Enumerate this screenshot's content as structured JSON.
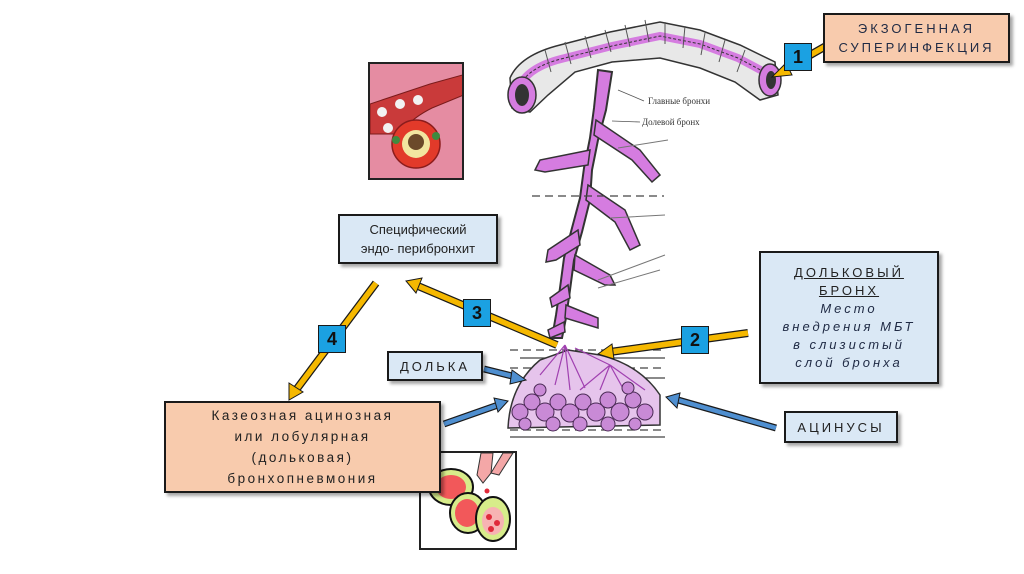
{
  "boxes": {
    "exogenous": {
      "line1": "ЭКЗОГЕННАЯ",
      "line2": "СУПЕРИНФЕКЦИЯ"
    },
    "lobular_bronchus": {
      "title1": "ДОЛЬКОВЫЙ",
      "title2": "БРОНХ",
      "desc1": "Место",
      "desc2": "внедрения МБТ",
      "desc3": "в слизистый",
      "desc4": "слой бронха"
    },
    "endo_peribronchitis": {
      "line1": "Специфический",
      "line2": "эндо- перибронхит"
    },
    "lobule": {
      "label": "ДОЛЬКА"
    },
    "acini": {
      "label": "АЦИНУСЫ"
    },
    "bronchopneumonia": {
      "line1": "Казеозная ацинозная",
      "line2": "или лобулярная",
      "line3": "(дольковая)",
      "line4": "бронхопневмония"
    }
  },
  "badges": [
    "1",
    "2",
    "3",
    "4"
  ],
  "illustration": {
    "label_main_bronchi": "Главные бронхи",
    "label_lobar_bronchus": "Долевой бронх"
  },
  "colors": {
    "peach": "#f8cbad",
    "light_blue": "#dae8f5",
    "badge_blue": "#1ba1e2",
    "arrow_yellow": "#f5b800",
    "arrow_blue": "#4f8fd0",
    "mucosa_purple": "#d57ce0"
  }
}
